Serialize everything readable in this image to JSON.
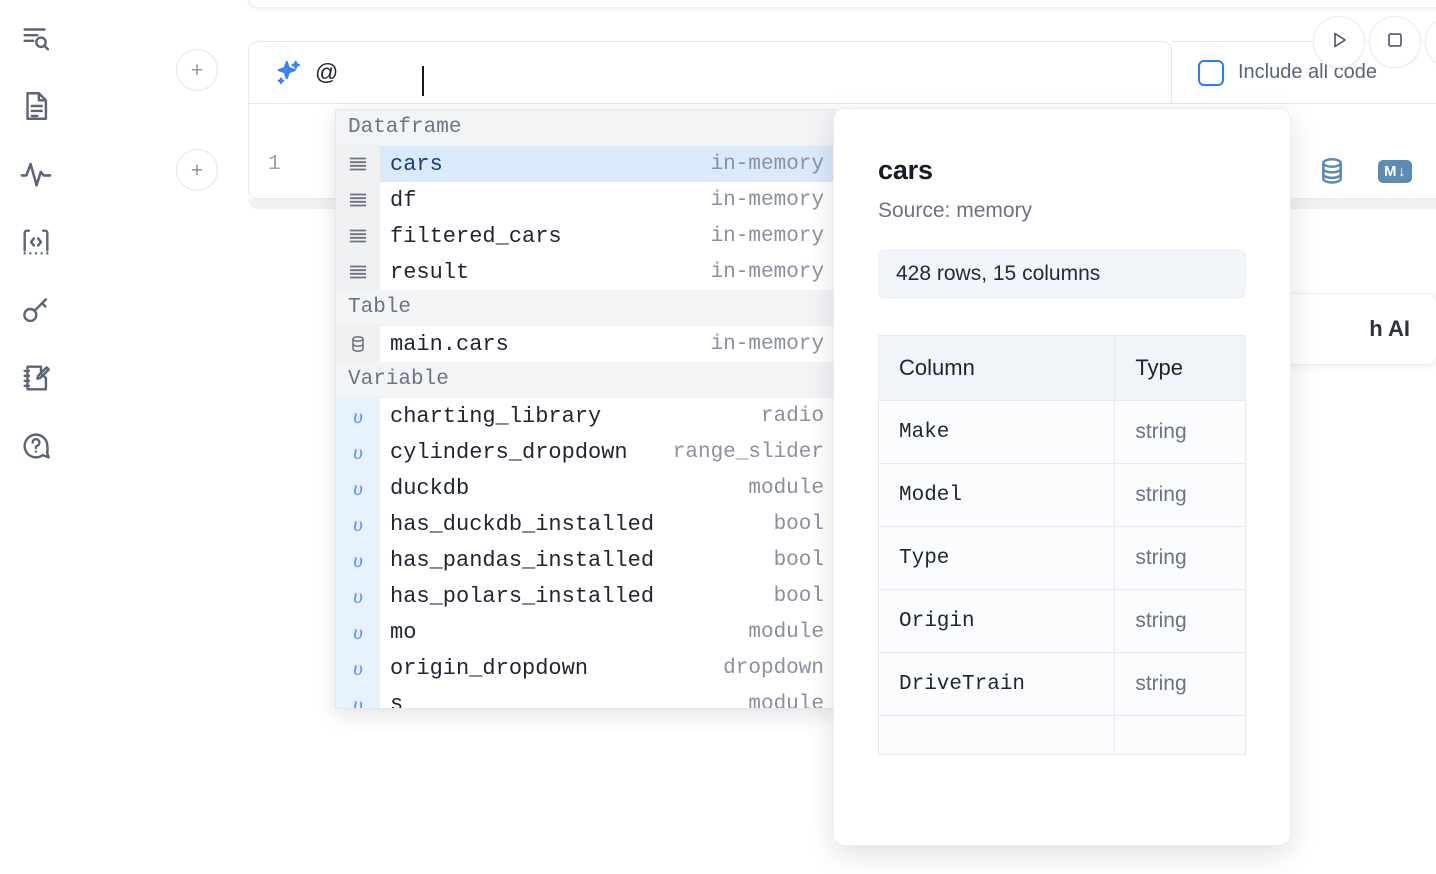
{
  "sidebar": {
    "items": [
      {
        "name": "file-explorer-search",
        "icon": "list-search-icon"
      },
      {
        "name": "documentation",
        "icon": "document-icon"
      },
      {
        "name": "variables-explorer",
        "icon": "activity-pulse-icon"
      },
      {
        "name": "snippets",
        "icon": "code-brackets-icon"
      },
      {
        "name": "secrets",
        "icon": "key-icon"
      },
      {
        "name": "scratchpad",
        "icon": "notebook-pencil-icon"
      },
      {
        "name": "help-chat",
        "icon": "question-chat-icon"
      }
    ]
  },
  "toolbar": {
    "run_label": "▷",
    "stop_label": "□",
    "include_all_code_label": "Include all code",
    "include_all_code_checked": false,
    "add_cell_label": "+"
  },
  "ai_prompt": {
    "icon": "sparkles-icon",
    "value": "@",
    "placeholder": ""
  },
  "code_cell": {
    "line_number": "1",
    "sql_icon": "database-icon",
    "markdown_icon": "markdown-icon",
    "markdown_label_m": "M",
    "markdown_label_arrow": "↓"
  },
  "ghost_card": {
    "label": "h AI"
  },
  "autocomplete": {
    "groups": [
      {
        "label": "Dataframe",
        "kind": "dataframe",
        "items": [
          {
            "name": "cars",
            "type": "in-memory",
            "icon": "rows-icon",
            "selected": true
          },
          {
            "name": "df",
            "type": "in-memory",
            "icon": "rows-icon",
            "selected": false
          },
          {
            "name": "filtered_cars",
            "type": "in-memory",
            "icon": "rows-icon",
            "selected": false
          },
          {
            "name": "result",
            "type": "in-memory",
            "icon": "rows-icon",
            "selected": false
          }
        ]
      },
      {
        "label": "Table",
        "kind": "table",
        "items": [
          {
            "name": "main.cars",
            "type": "in-memory",
            "icon": "database-icon",
            "selected": false
          }
        ]
      },
      {
        "label": "Variable",
        "kind": "variable",
        "items": [
          {
            "name": "charting_library",
            "type": "radio",
            "icon": "upsilon-icon",
            "selected": false
          },
          {
            "name": "cylinders_dropdown",
            "type": "range_slider",
            "icon": "upsilon-icon",
            "selected": false
          },
          {
            "name": "duckdb",
            "type": "module",
            "icon": "upsilon-icon",
            "selected": false
          },
          {
            "name": "has_duckdb_installed",
            "type": "bool",
            "icon": "upsilon-icon",
            "selected": false
          },
          {
            "name": "has_pandas_installed",
            "type": "bool",
            "icon": "upsilon-icon",
            "selected": false
          },
          {
            "name": "has_polars_installed",
            "type": "bool",
            "icon": "upsilon-icon",
            "selected": false
          },
          {
            "name": "mo",
            "type": "module",
            "icon": "upsilon-icon",
            "selected": false
          },
          {
            "name": "origin_dropdown",
            "type": "dropdown",
            "icon": "upsilon-icon",
            "selected": false
          },
          {
            "name": "s",
            "type": "module",
            "icon": "upsilon-icon",
            "selected": false
          }
        ]
      }
    ]
  },
  "docs": {
    "title": "cars",
    "source": "Source: memory",
    "shape": "428 rows, 15 columns",
    "columns_header": "Column",
    "type_header": "Type",
    "rows": [
      {
        "column": "Make",
        "type": "string"
      },
      {
        "column": "Model",
        "type": "string"
      },
      {
        "column": "Type",
        "type": "string"
      },
      {
        "column": "Origin",
        "type": "string"
      },
      {
        "column": "DriveTrain",
        "type": "string"
      },
      {
        "column": "",
        "type": ""
      }
    ]
  },
  "colors": {
    "accent_blue": "#2f7df6",
    "selected_row": "#daeafb",
    "variable_gutter": "#e8f2fd",
    "group_header_bg": "#f3f4f6",
    "rail_icon": "#5b6478",
    "db_icon": "#5b8db4"
  }
}
